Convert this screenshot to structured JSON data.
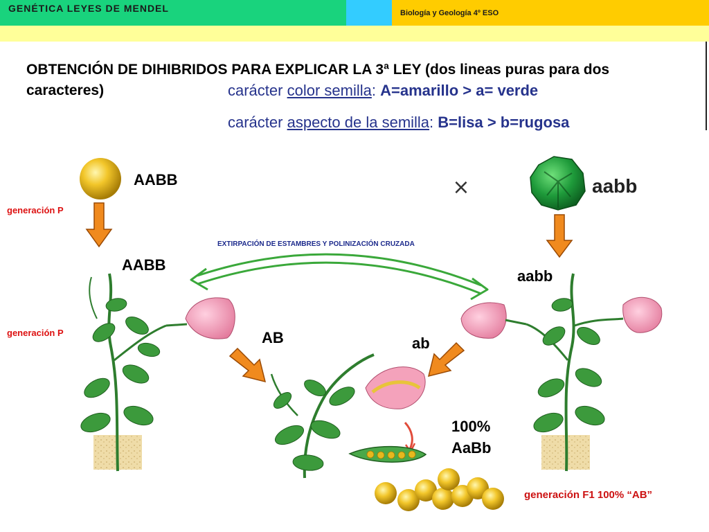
{
  "header": {
    "left_title": "GENÉTICA LEYES DE MENDEL",
    "right_title": "Biología y Geología 4º ESO"
  },
  "slide": {
    "title": "OBTENCIÓN DE DIHIBRIDOS PARA EXPLICAR LA 3ª LEY (dos lineas puras para dos caracteres)",
    "char1": {
      "prefix": "carácter ",
      "underlined": "color semilla",
      "sep": ": ",
      "detail": "A=amarillo > a= verde"
    },
    "char2": {
      "prefix": "carácter ",
      "underlined": "aspecto de la semilla",
      "sep": ": ",
      "detail": "B=lisa > b=rugosa"
    }
  },
  "diagram": {
    "parent_yellow_genotype": "AABB",
    "cross_symbol": "×",
    "parent_green_genotype": "aabb",
    "gen_p_label_top": "generación P",
    "gen_p_label_bottom": "generación P",
    "left_plant_genotype": "AABB",
    "right_plant_genotype": "aabb",
    "cross_caption": "EXTIRPACIÓN DE ESTAMBRES Y POLINIZACIÓN CRUZADA",
    "gamete_left": "AB",
    "gamete_right": "ab",
    "offspring_percent": "100%",
    "offspring_genotype": "AaBb",
    "f1_label": "generación F1 100% “AB”"
  },
  "colors": {
    "header_green": "#19d37d",
    "header_cyan": "#33ccff",
    "header_yellow": "#ffcc00",
    "header_band": "#ffff99",
    "trait_text": "#26338c",
    "generation_label": "#dd1111",
    "arrow_orange": "#f08a1e",
    "pea_yellow": "#e6b81e",
    "pea_green": "#1e9a3a"
  },
  "icons": [
    "yellow-pea-icon",
    "wrinkled-green-pea-icon",
    "orange-arrow-icon",
    "pea-plant-icon",
    "pea-flower-icon",
    "double-arrow-icon",
    "pea-pod-icon"
  ]
}
